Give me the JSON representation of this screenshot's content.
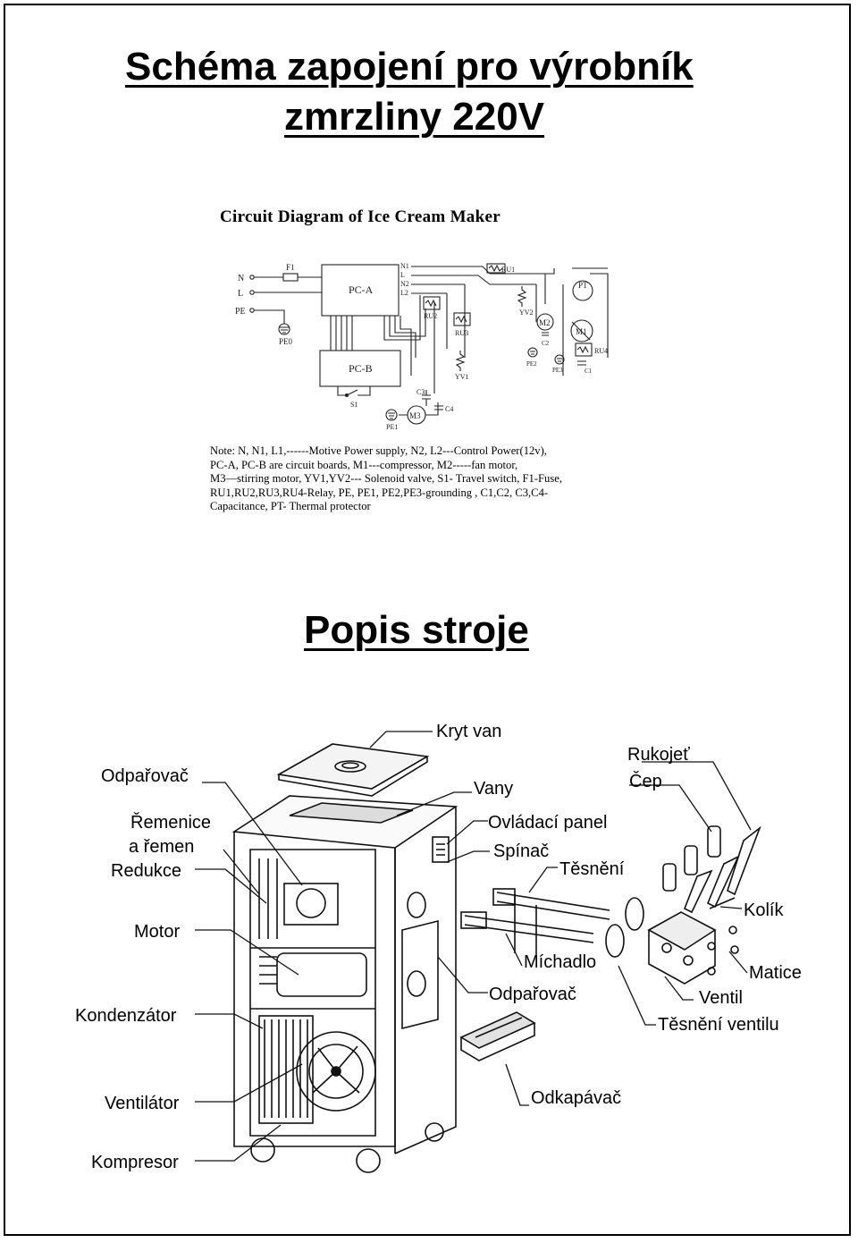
{
  "document": {
    "title_line1": "Schéma zapojení pro výrobník",
    "title_line2": "zmrzliny 220V",
    "section_title": "Popis stroje"
  },
  "circuit": {
    "title": "Circuit Diagram of  Ice Cream Maker",
    "labels": {
      "n": "N",
      "l": "L",
      "pe": "PE",
      "f1": "F1",
      "pe0": "PE0",
      "pca": "PC-A",
      "pcb": "PC-B",
      "s1": "S1",
      "bus_n1": "N1",
      "bus_l": "L",
      "bus_n2": "N2",
      "bus_l2": "L2",
      "ru1": "RU1",
      "ru2": "RU2",
      "ru3": "RU3",
      "ru4": "RU4",
      "yv1": "YV1",
      "yv2": "YV2",
      "pt": "PT",
      "m1": "M1",
      "m2": "M2",
      "m3": "M3",
      "c1": "C1",
      "c2": "C2",
      "c3": "C3",
      "c4": "C4",
      "pe1": "PE1",
      "pe2": "PE2",
      "pe3": "PE3"
    },
    "note": "Note: N, N1, L1,------Motive Power supply, N2, L2---Control Power(12v),\nPC-A, PC-B are circuit boards, M1---compressor, M2-----fan motor,\nM3—stirring motor, YV1,YV2--- Solenoid valve, S1- Travel switch, F1-Fuse,\nRU1,RU2,RU3,RU4-Relay, PE, PE1, PE2,PE3-grounding , C1,C2, C3,C4-\nCapacitance, PT- Thermal protector"
  },
  "machine_labels": {
    "left": [
      "Odpařovač",
      "Řemenice",
      "a řemen",
      "Redukce",
      "Motor",
      "Kondenzátor",
      "Ventilátor",
      "Kompresor"
    ],
    "right": [
      "Kryt van",
      "Vany",
      "Rukojeť",
      "Čep",
      "Ovládací panel",
      "Spínač",
      "Těsnění",
      "Kolík",
      "Míchadlo",
      "Matice",
      "Odpařovač",
      "Ventil",
      "Těsnění ventilu",
      "Odkapávač"
    ]
  }
}
